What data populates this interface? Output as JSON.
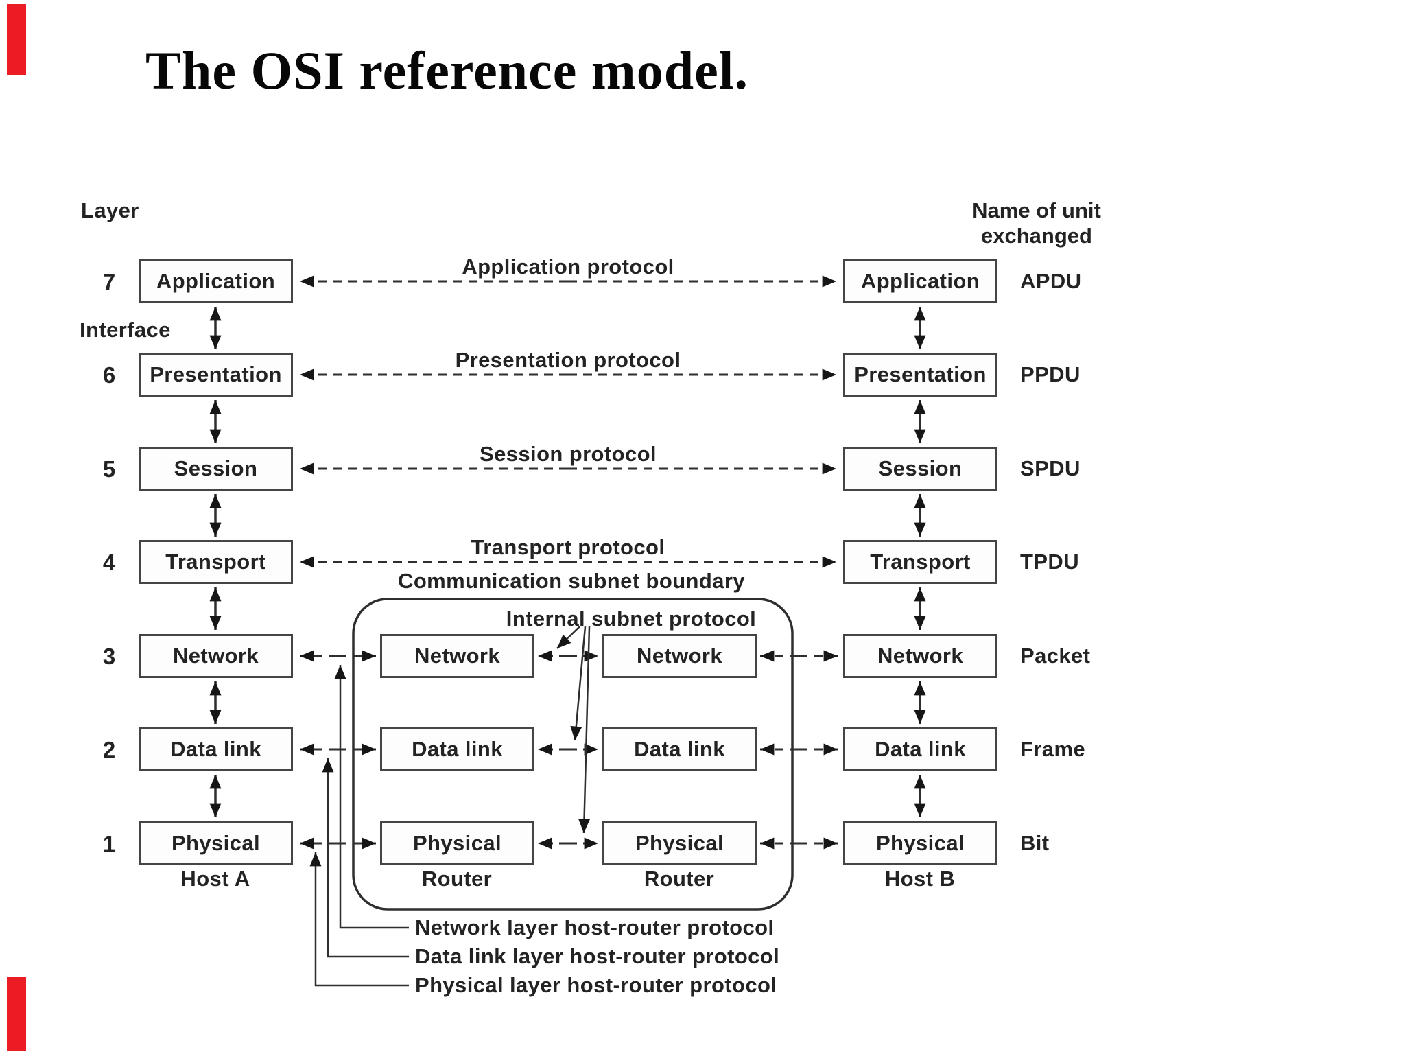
{
  "title": "The OSI reference model.",
  "column_headers": {
    "layer": "Layer",
    "interface": "Interface",
    "unit_header_line1": "Name of unit",
    "unit_header_line2": "exchanged"
  },
  "layers": [
    {
      "num": "7",
      "name": "Application",
      "protocol": "Application protocol",
      "unit": "APDU"
    },
    {
      "num": "6",
      "name": "Presentation",
      "protocol": "Presentation protocol",
      "unit": "PPDU"
    },
    {
      "num": "5",
      "name": "Session",
      "protocol": "Session protocol",
      "unit": "SPDU"
    },
    {
      "num": "4",
      "name": "Transport",
      "protocol": "Transport protocol",
      "unit": "TPDU"
    },
    {
      "num": "3",
      "name": "Network",
      "protocol": "",
      "unit": "Packet"
    },
    {
      "num": "2",
      "name": "Data link",
      "protocol": "",
      "unit": "Frame"
    },
    {
      "num": "1",
      "name": "Physical",
      "protocol": "",
      "unit": "Bit"
    }
  ],
  "hosts": {
    "host_a": "Host A",
    "host_b": "Host B"
  },
  "routers": {
    "router1": {
      "layers": [
        "Network",
        "Data link",
        "Physical"
      ],
      "label": "Router"
    },
    "router2": {
      "layers": [
        "Network",
        "Data link",
        "Physical"
      ],
      "label": "Router"
    }
  },
  "subnet": {
    "boundary_label": "Communication subnet boundary",
    "internal_label": "Internal subnet protocol"
  },
  "annotations": [
    "Network layer host-router protocol",
    "Data link layer host-router protocol",
    "Physical layer host-router protocol"
  ],
  "colors": {
    "accent_red": "#ec1c24",
    "line": "#2e2e2e",
    "ink": "#232323"
  }
}
